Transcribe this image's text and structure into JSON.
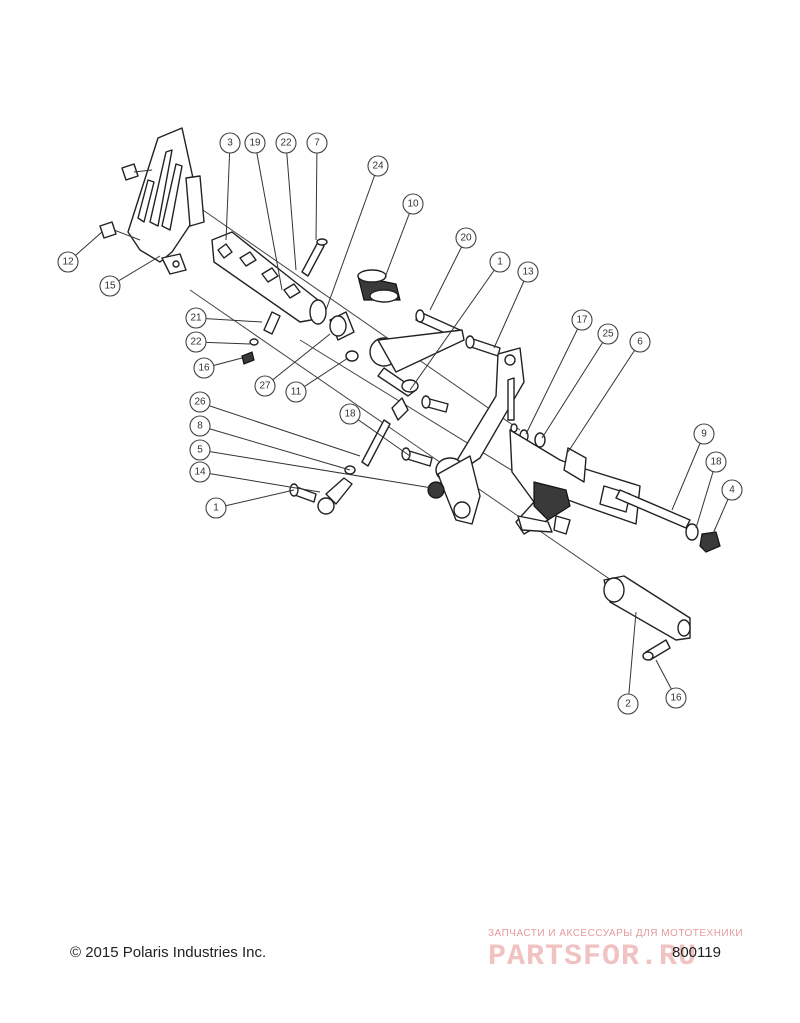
{
  "callouts": [
    {
      "label": "3"
    },
    {
      "label": "19"
    },
    {
      "label": "22"
    },
    {
      "label": "7"
    },
    {
      "label": "24"
    },
    {
      "label": "10"
    },
    {
      "label": "12"
    },
    {
      "label": "15"
    },
    {
      "label": "20"
    },
    {
      "label": "1"
    },
    {
      "label": "13"
    },
    {
      "label": "21"
    },
    {
      "label": "22"
    },
    {
      "label": "16"
    },
    {
      "label": "27"
    },
    {
      "label": "11"
    },
    {
      "label": "17"
    },
    {
      "label": "25"
    },
    {
      "label": "6"
    },
    {
      "label": "26"
    },
    {
      "label": "8"
    },
    {
      "label": "5"
    },
    {
      "label": "14"
    },
    {
      "label": "1"
    },
    {
      "label": "18"
    },
    {
      "label": "9"
    },
    {
      "label": "18"
    },
    {
      "label": "4"
    },
    {
      "label": "2"
    },
    {
      "label": "16"
    }
  ],
  "footer": {
    "copyright": "© 2015 Polaris Industries Inc.",
    "drawing_number": "800119"
  },
  "watermark": {
    "tagline": "ЗАПЧАСТИ И АКСЕССУАРЫ ДЛЯ МОТОТЕХНИКИ",
    "logo": "PARTSFOR.RU"
  }
}
